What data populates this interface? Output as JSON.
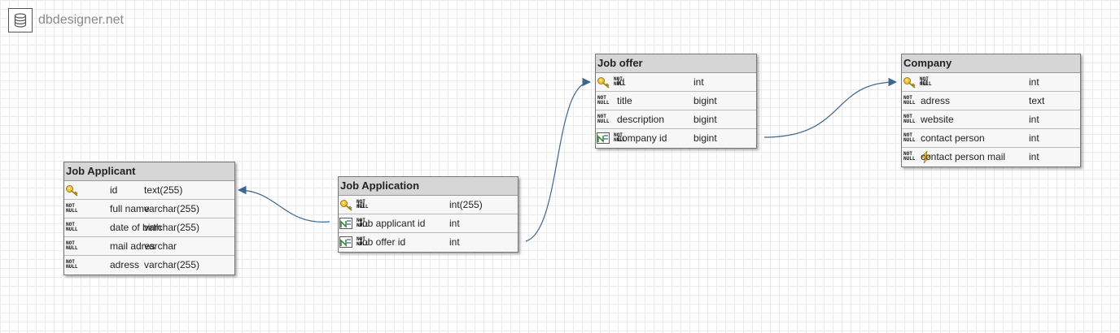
{
  "app": {
    "brand": "dbdesigner.net"
  },
  "notnull_label": {
    "line1": "NOT",
    "line2": "NULL"
  },
  "colors": {
    "link": "#3d6690",
    "header_bg": "#d6d6d6",
    "body_bg": "#f7f7f7"
  },
  "tables": {
    "job_applicant": {
      "name": "Job Applicant",
      "columns": [
        {
          "name": "id",
          "type": "text(255)",
          "pk": true,
          "notnull": false
        },
        {
          "name": "full name",
          "type": "varchar(255)",
          "notnull": true
        },
        {
          "name": "date of birth",
          "type": "varchar(255)",
          "notnull": true
        },
        {
          "name": "mail adres",
          "type": "varchar",
          "notnull": true
        },
        {
          "name": "adress",
          "type": "varchar(255)",
          "notnull": true
        }
      ]
    },
    "job_application": {
      "name": "Job Application",
      "columns": [
        {
          "name": "id",
          "type": "int(255)",
          "pk": true,
          "notnull": true
        },
        {
          "name": "Job applicant id",
          "type": "int",
          "fk": true,
          "notnull": true
        },
        {
          "name": "Job offer id",
          "type": "int",
          "fk": true,
          "notnull": true
        }
      ]
    },
    "job_offer": {
      "name": "Job offer",
      "columns": [
        {
          "name": "id",
          "type": "int",
          "pk": true,
          "notnull": true
        },
        {
          "name": "title",
          "type": "bigint",
          "notnull": true
        },
        {
          "name": "description",
          "type": "bigint",
          "notnull": true
        },
        {
          "name": "company id",
          "type": "bigint",
          "fk": true,
          "notnull": true
        }
      ]
    },
    "company": {
      "name": "Company",
      "columns": [
        {
          "name": "id",
          "type": "int",
          "pk": true,
          "notnull": true
        },
        {
          "name": "adress",
          "type": "text",
          "notnull": true
        },
        {
          "name": "website",
          "type": "int",
          "notnull": true
        },
        {
          "name": "contact person",
          "type": "int",
          "notnull": true
        },
        {
          "name": "contact person mail",
          "type": "int",
          "notnull": true,
          "auto": true
        }
      ]
    }
  }
}
